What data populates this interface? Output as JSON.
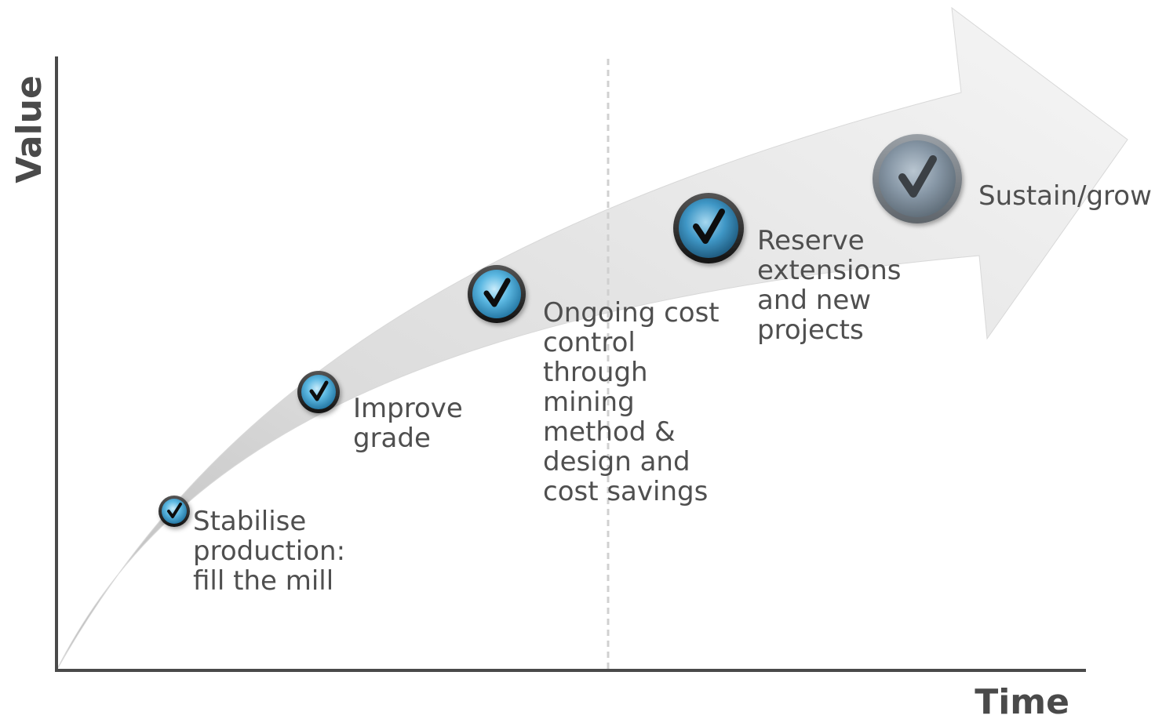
{
  "axes": {
    "y_title": "Value",
    "x_title": "Time"
  },
  "steps": [
    {
      "label": "Stabilise\nproduction:\nfill the mill",
      "icon": "checkmark-icon"
    },
    {
      "label": "Improve\ngrade",
      "icon": "checkmark-icon"
    },
    {
      "label": "Ongoing cost\ncontrol\nthrough\nmining\nmethod &\ndesign and\ncost savings",
      "icon": "checkmark-icon"
    },
    {
      "label": "Reserve\nextensions\nand new\nprojects",
      "icon": "checkmark-icon"
    },
    {
      "label": "Sustain/grow",
      "icon": "checkmark-icon"
    }
  ],
  "colors": {
    "arrow_light": "#f4f4f4",
    "arrow_dark": "#c9c9c9",
    "axis": "#4a4a4a",
    "badge_blue": "#3a9fd0",
    "badge_grey": "#8a98a6"
  }
}
